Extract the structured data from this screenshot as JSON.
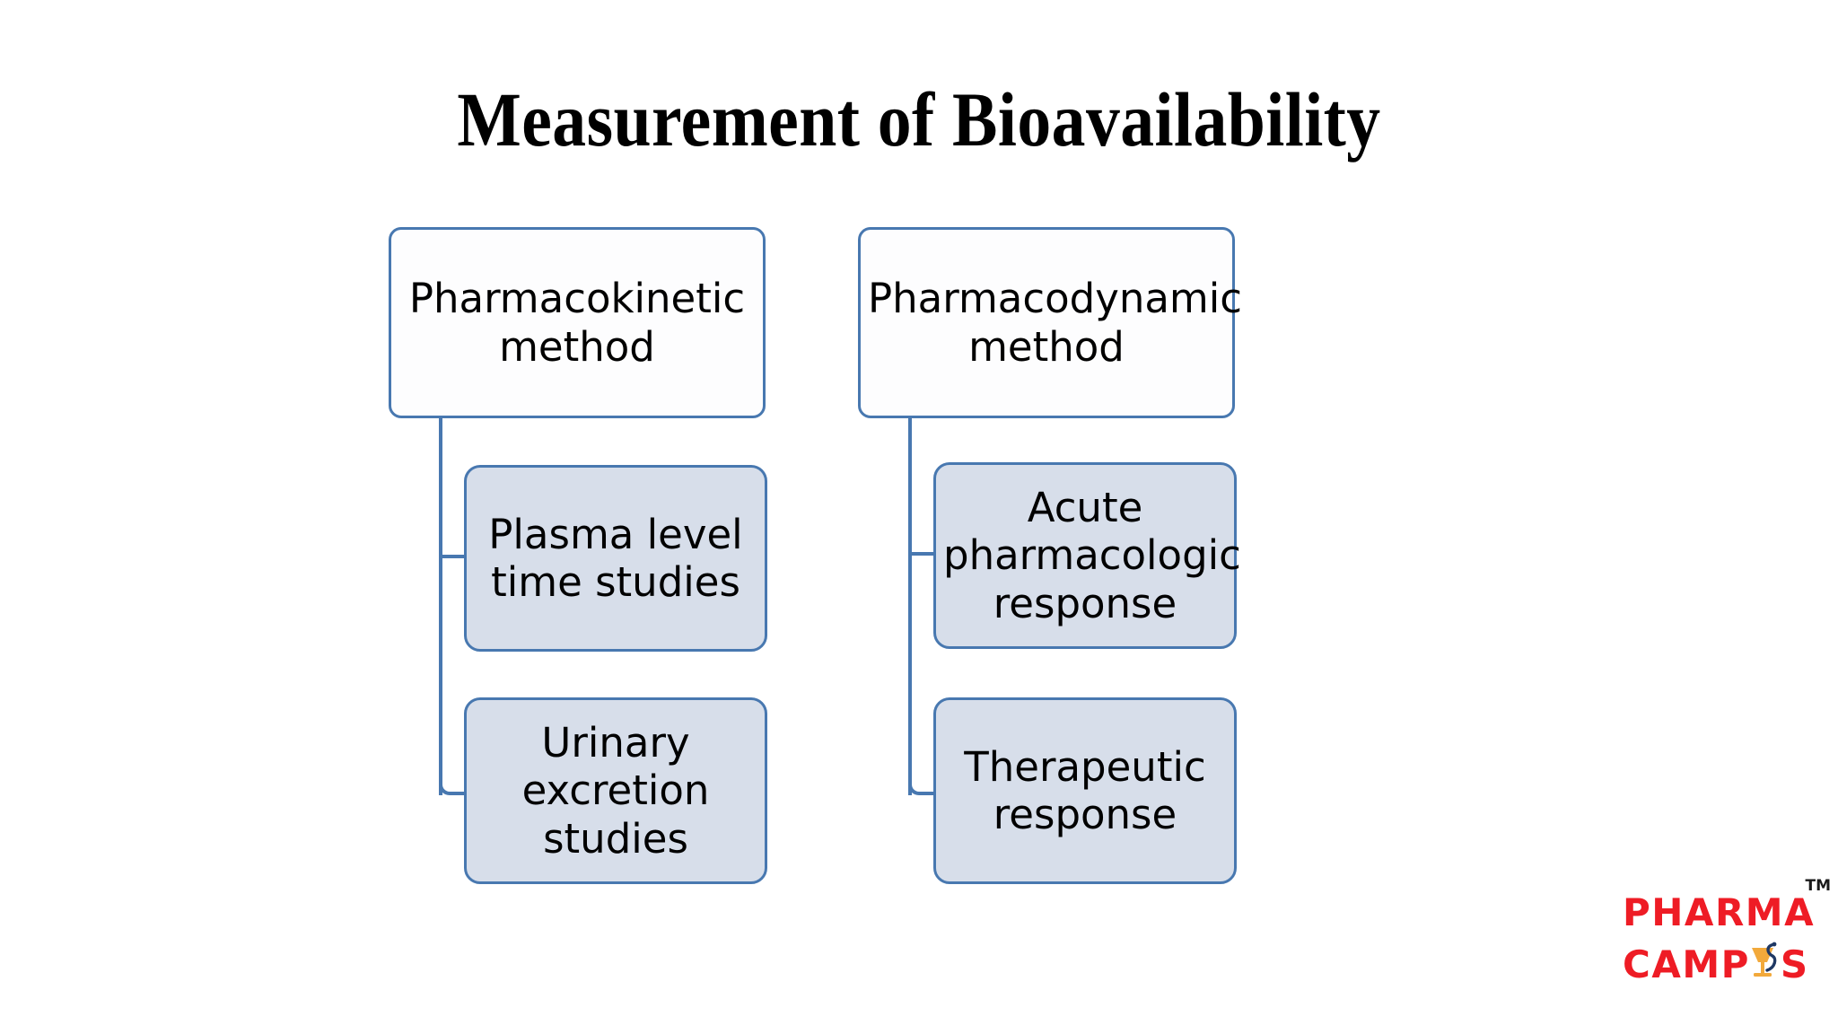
{
  "slide": {
    "title": "Measurement  of Bioavailability",
    "background_color": "#FFFFFF"
  },
  "colors": {
    "node_border": "#4878B0",
    "connector": "#4878B0",
    "parent_fill": "#FDFDFE",
    "child_fill": "#D7DEEA",
    "text": "#000000",
    "logo_red": "#EE1C25",
    "logo_bowl_gold": "#F2A93B",
    "logo_bowl_navy": "#1F3864"
  },
  "diagram": {
    "type": "hierarchy",
    "branches": [
      {
        "id": "pharmacokinetic",
        "parent": {
          "label": "Pharmacokinetic\nmethod"
        },
        "children": [
          {
            "id": "plasma-level-time-studies",
            "label": "Plasma level\ntime studies"
          },
          {
            "id": "urinary-excretion-studies",
            "label": "Urinary\nexcretion\nstudies"
          }
        ]
      },
      {
        "id": "pharmacodynamic",
        "parent": {
          "label": "Pharmacodynamic\nmethod"
        },
        "children": [
          {
            "id": "acute-pharmacologic-response",
            "label": "Acute\npharmacologic\nresponse"
          },
          {
            "id": "therapeutic-response",
            "label": "Therapeutic\nresponse"
          }
        ]
      }
    ]
  },
  "logo": {
    "line1": "PHARMA",
    "line2_prefix": "CAMP",
    "line2_suffix": "S",
    "trademark": "TM",
    "icon_name": "bowl-of-hygieia-icon"
  }
}
